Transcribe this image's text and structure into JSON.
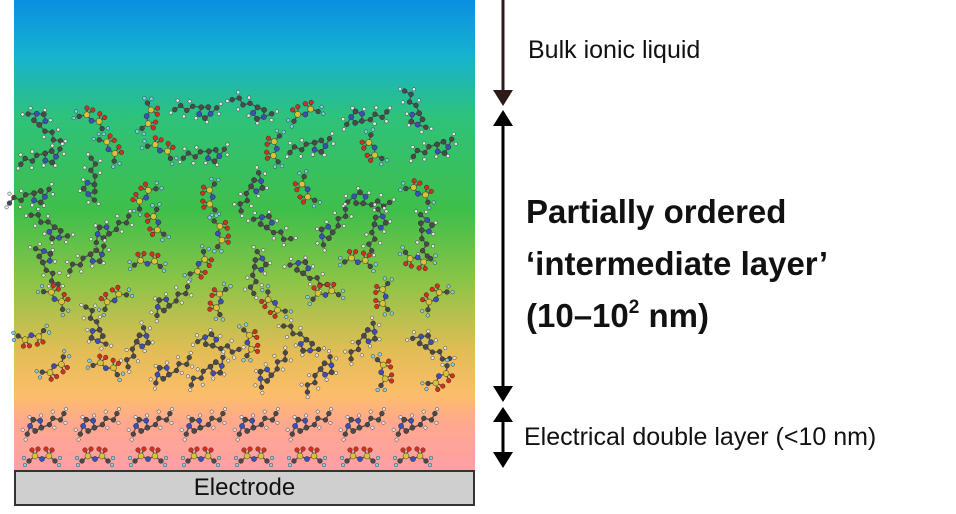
{
  "labels": {
    "bulk": "Bulk ionic liquid",
    "intermediate_line1": "Partially ordered",
    "intermediate_line2": "‘intermediate layer’",
    "intermediate_line3_pre": "(10–10",
    "intermediate_line3_sup": "2",
    "intermediate_line3_post": " nm)",
    "double_layer": "Electrical double layer (<10 nm)",
    "electrode": "Electrode"
  },
  "colors": {
    "arrow_bulk": "#2b1a17",
    "arrow_layers": "#000000",
    "electrode_fill": "#cfcfcf"
  },
  "icons": {
    "cation": "imidazolium-cation-molecule",
    "anion": "sulfonylimide-anion-molecule"
  }
}
